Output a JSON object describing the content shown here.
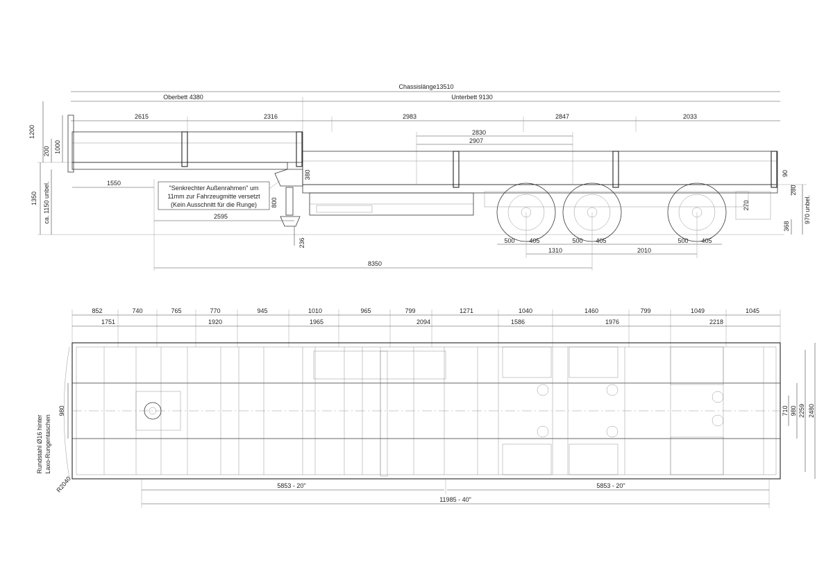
{
  "side_view": {
    "chassis_length": "Chassislänge13510",
    "oberbett": "Oberbett 4380",
    "unterbett": "Unterbett 9130",
    "top_dims": [
      "2615",
      "2316",
      "2983",
      "2847",
      "2033"
    ],
    "dim_2830": "2830",
    "dim_2907": "2907",
    "left_vertical": [
      "1200",
      "200",
      "1000",
      "1350",
      "ca. 1150 unbel."
    ],
    "dim_380": "380",
    "dim_800": "800",
    "dim_236": "236",
    "dim_1550": "1550",
    "dim_2595": "2595",
    "dim_8350": "8350",
    "right_vertical": [
      "90",
      "280",
      "270",
      "368",
      "970 unbel."
    ],
    "axle_dims": [
      "500",
      "405",
      "500",
      "405",
      "500",
      "405"
    ],
    "axle_spacing": [
      "1310",
      "2010"
    ],
    "note_lines": [
      "\"Senkrechter Außenrahmen\" um",
      "11mm zur Fahrzeugmitte versetzt",
      "(Kein Ausschnitt für die Runge)"
    ]
  },
  "top_view": {
    "row1_dims": [
      "852",
      "740",
      "765",
      "770",
      "945",
      "1010",
      "965",
      "799",
      "1271",
      "1040",
      "1460",
      "799",
      "1049",
      "1045"
    ],
    "row2_dims": [
      "1751",
      "1920",
      "1965",
      "2094",
      "1586",
      "1976",
      "2218"
    ],
    "left_notes": [
      "Rundstahl Ø16 hinter",
      "Laxo-Rungentaschen"
    ],
    "dim_980_left": "980",
    "radius": "R2040",
    "right_dims": [
      "710",
      "980",
      "2259",
      "2480"
    ],
    "container_left": "5853 - 20\"",
    "container_right": "5853 - 20\"",
    "container_full": "11985 - 40\""
  }
}
